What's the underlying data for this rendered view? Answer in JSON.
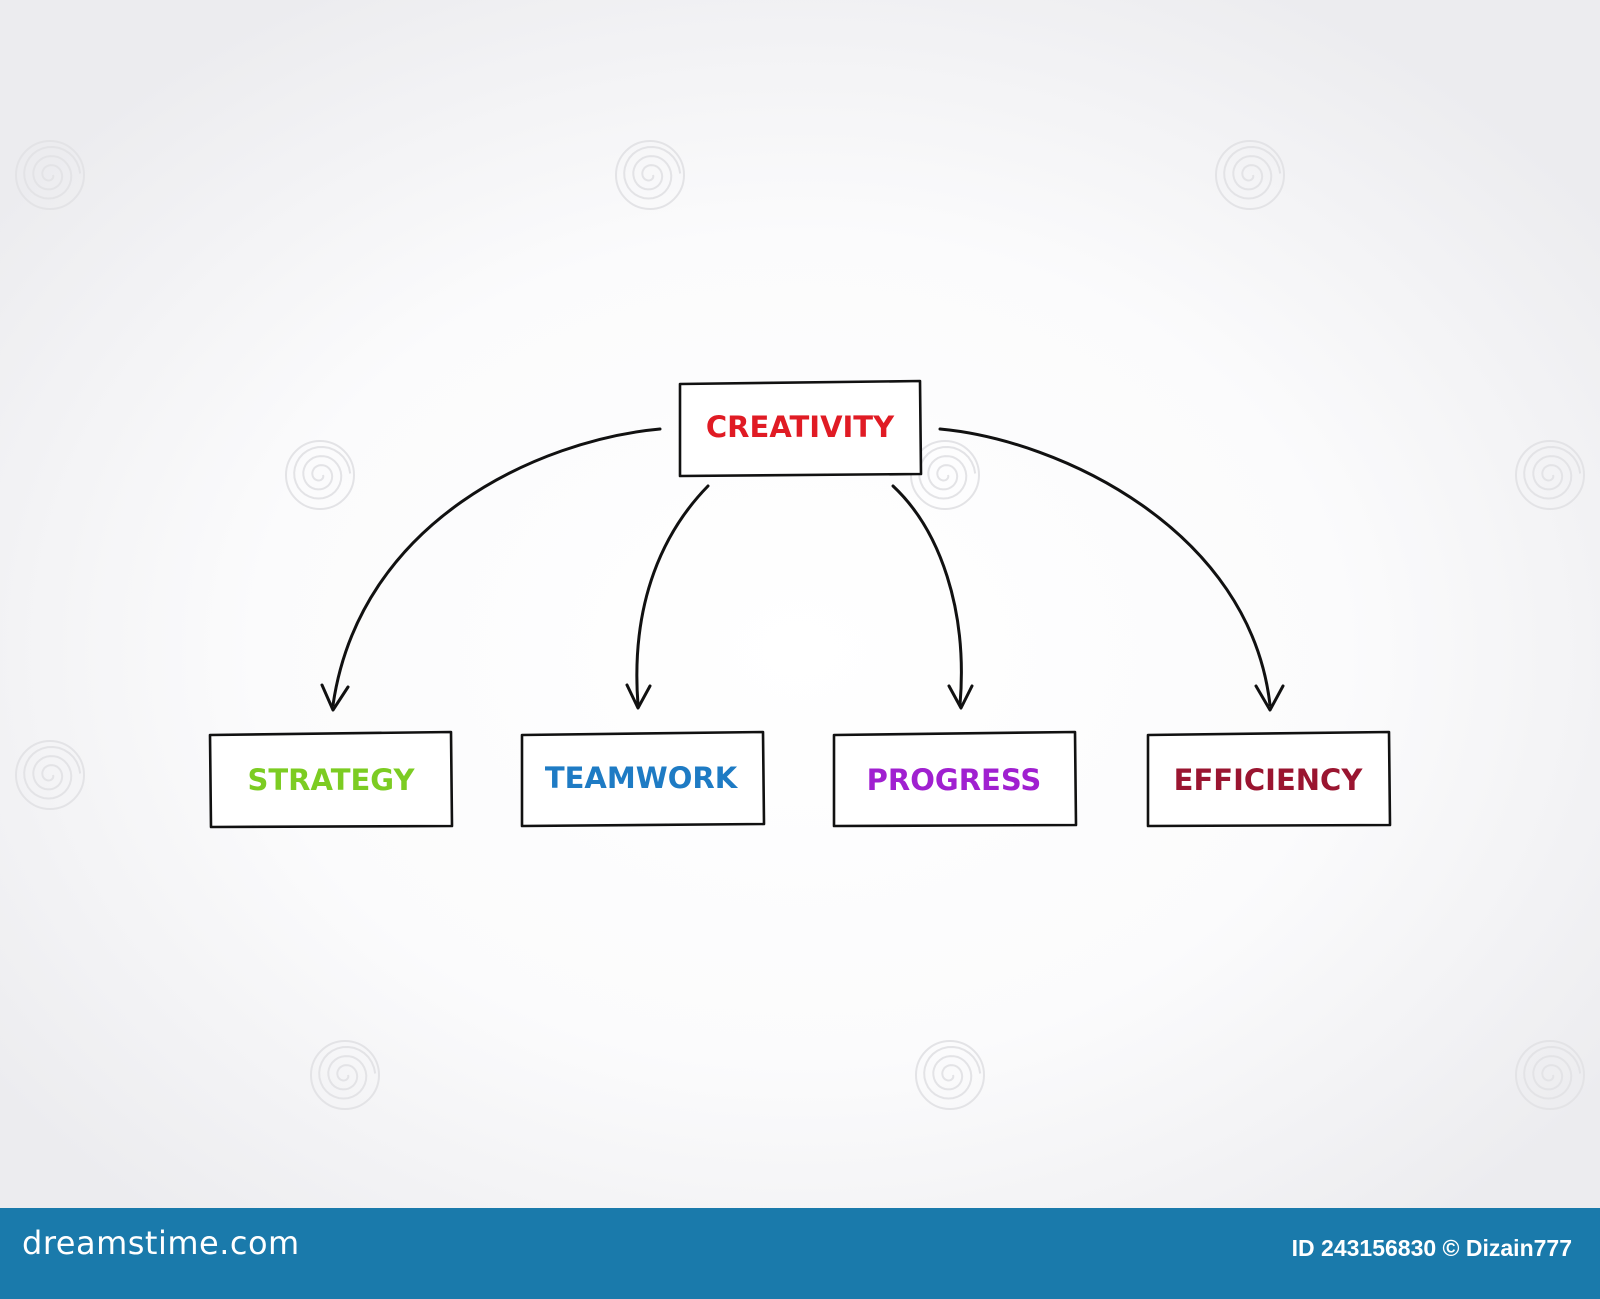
{
  "diagram": {
    "root": {
      "label": "CREATIVITY",
      "color": "#e01b24"
    },
    "children": [
      {
        "label": "STRATEGY",
        "color": "#7ccc22"
      },
      {
        "label": "TEAMWORK",
        "color": "#1e7bc4"
      },
      {
        "label": "PROGRESS",
        "color": "#a020d0"
      },
      {
        "label": "EFFICIENCY",
        "color": "#9a1530"
      }
    ]
  },
  "footer": {
    "brand": "dreamstime.com",
    "id_label": "ID",
    "id_value": "243156830",
    "copyright_symbol": "©",
    "author": "Dizain777",
    "background_color": "#1a7aab"
  },
  "watermark": {
    "icon": "spiral-logo-icon"
  }
}
